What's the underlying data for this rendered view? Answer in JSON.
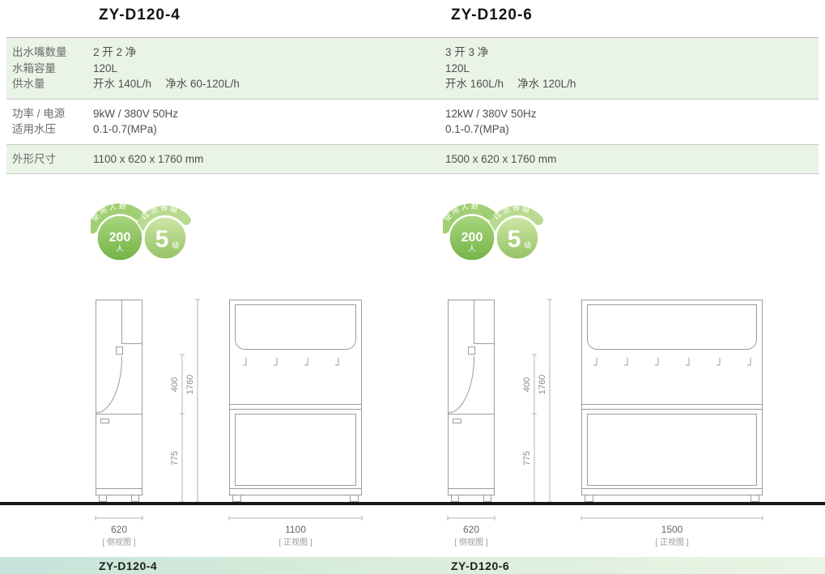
{
  "labels": {
    "outlets": "出水嘴数量",
    "tank": "水箱容量",
    "supply": "供水量",
    "power": "功率 / 电源",
    "pressure": "适用水压",
    "size": "外形尺寸"
  },
  "models": [
    {
      "name": "ZY-D120-4",
      "specs": {
        "outlets": "2 开 2 净",
        "tank": "120L",
        "supply": "开水 140L/h　 净水 60-120L/h",
        "power": "9kW / 380V 50Hz",
        "pressure": "0.1-0.7(MPa)",
        "size": "1100 x 620 x 1760 mm"
      },
      "badges": {
        "users_arc": "使用人数",
        "users_value": "200",
        "users_unit": "人",
        "filter_arc": "过滤等级",
        "filter_value": "5",
        "filter_unit": "级"
      },
      "drawing": {
        "height_upper": "400",
        "height_total": "1760",
        "height_lower": "775",
        "depth": "620",
        "width": "1100",
        "side_caption": "[ 侧视图 ]",
        "front_caption": "[ 正视图 ]"
      }
    },
    {
      "name": "ZY-D120-6",
      "specs": {
        "outlets": "3 开 3 净",
        "tank": "120L",
        "supply": "开水 160L/h　 净水 120L/h",
        "power": "12kW / 380V 50Hz",
        "pressure": "0.1-0.7(MPa)",
        "size": "1500 x 620 x 1760 mm"
      },
      "badges": {
        "users_arc": "使用人数",
        "users_value": "200",
        "users_unit": "人",
        "filter_arc": "过滤等级",
        "filter_value": "5",
        "filter_unit": "级"
      },
      "drawing": {
        "height_upper": "400",
        "height_total": "1760",
        "height_lower": "775",
        "depth": "620",
        "width": "1500",
        "side_caption": "[ 侧视图 ]",
        "front_caption": "[ 正视图 ]"
      }
    }
  ],
  "colors": {
    "band_green": "#eaf4e6",
    "badge_green_dark": "#74b347",
    "badge_green_light": "#94c363",
    "footer_teal": "#c6e3da",
    "ground_black": "#161616"
  }
}
